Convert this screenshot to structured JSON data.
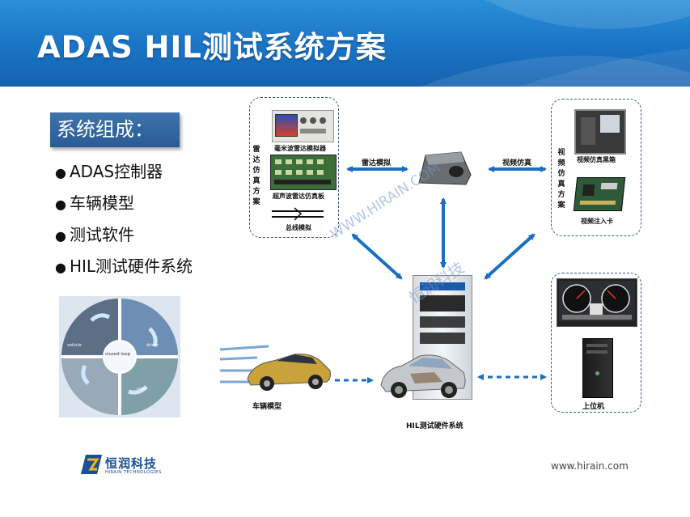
{
  "header": {
    "title": "ADAS HIL测试系统方案"
  },
  "section": {
    "heading": "系统组成："
  },
  "bullets": [
    "ADAS控制器",
    "车辆模型",
    "测试软件",
    "HIL测试硬件系统"
  ],
  "radar_panel": {
    "side_label": "雷达仿真方案",
    "item1": "毫米波雷达模拟器",
    "item2": "超声波雷达仿真板",
    "item3": "总线模拟"
  },
  "video_panel": {
    "side_label": "视频仿真方案",
    "item1": "视频仿真黑箱",
    "item2": "视频注入卡"
  },
  "arrows": {
    "radar": "雷达模拟",
    "video": "视频仿真"
  },
  "host_label": "上位机",
  "vehicle_label": "车辆模型",
  "hil_label": "HIL测试硬件系统",
  "loop": {
    "center": "closed loop",
    "driver": "driver",
    "vehicle": "vehicle",
    "road": "road"
  },
  "watermark": {
    "line1": "WWW.HIRAIN.COM",
    "line2": "恒润科技"
  },
  "footer": {
    "logo_cn": "恒润科技",
    "logo_en": "HIRAIN TECHNOLOGIES",
    "url": "www.hirain.com"
  },
  "colors": {
    "header_blue": "#1a73c4",
    "arrow_blue": "#1a6fc0",
    "section_box": "#2f639c"
  }
}
